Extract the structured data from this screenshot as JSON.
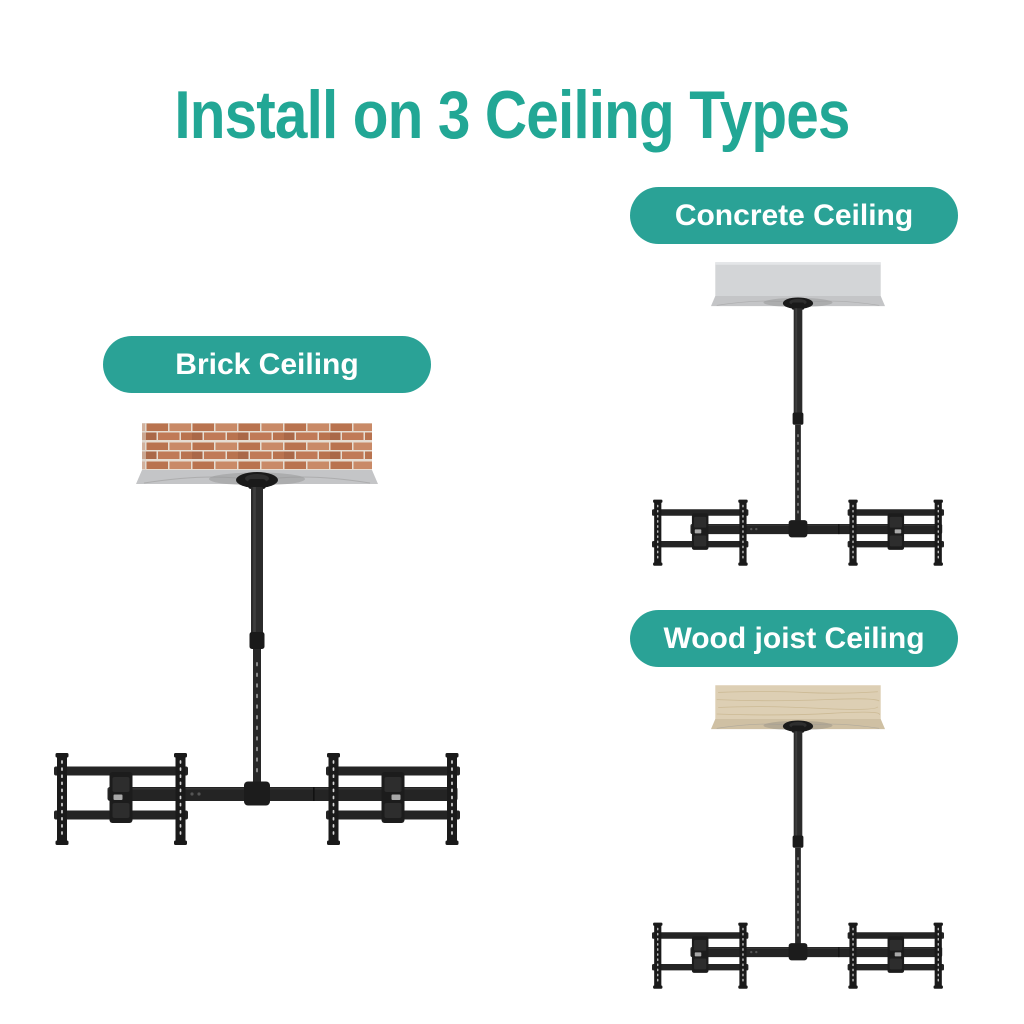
{
  "page": {
    "title": "Install on 3 Ceiling Types"
  },
  "theme": {
    "background": "#ffffff",
    "accent": "#2aa296",
    "title_color": "#22a795",
    "badge_text": "#ffffff",
    "mount_dark": "#242424",
    "mount_darker": "#1a1a1a",
    "pole_hole": "#8a8a8a",
    "rail_hole": "#d6d6d6",
    "brick_1": "#b9734f",
    "brick_2": "#c98a67",
    "brick_3": "#aa6848",
    "brick_4": "#c07a57",
    "brick_mortar": "#e6ddd2",
    "concrete_main": "#d3d5d7",
    "slab_underside": "#c4c5c7",
    "wood_main": "#ddcfb4",
    "wood_grain": "#c9b68f",
    "wood_underside": "#cfc0a3"
  },
  "sections": [
    {
      "id": "brick",
      "label": "Brick Ceiling"
    },
    {
      "id": "concrete",
      "label": "Concrete Ceiling"
    },
    {
      "id": "wood",
      "label": "Wood joist Ceiling"
    }
  ]
}
